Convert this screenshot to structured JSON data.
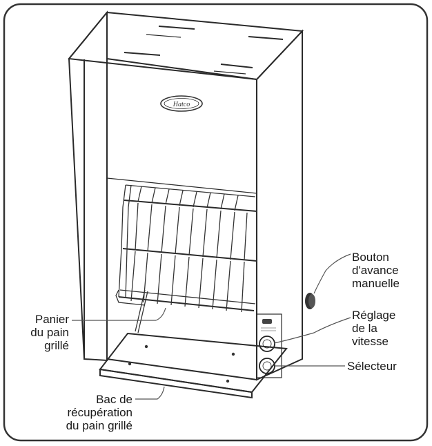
{
  "logo_text": "Hatco",
  "labels": {
    "advance": [
      "Bouton",
      "d'avance",
      "manuelle"
    ],
    "speed": [
      "Réglage",
      "de la",
      "vitesse"
    ],
    "selector": [
      "Sélecteur"
    ],
    "basket": [
      "Panier",
      "du pain",
      "grillé"
    ],
    "tray": [
      "Bac de",
      "récupération",
      "du pain grillé"
    ]
  },
  "colors": {
    "stroke": "#2a2a2a",
    "frame": "#333333",
    "background": "#ffffff"
  },
  "icons": {
    "knob": "round-knob-icon",
    "badge": "nameplate-icon"
  }
}
